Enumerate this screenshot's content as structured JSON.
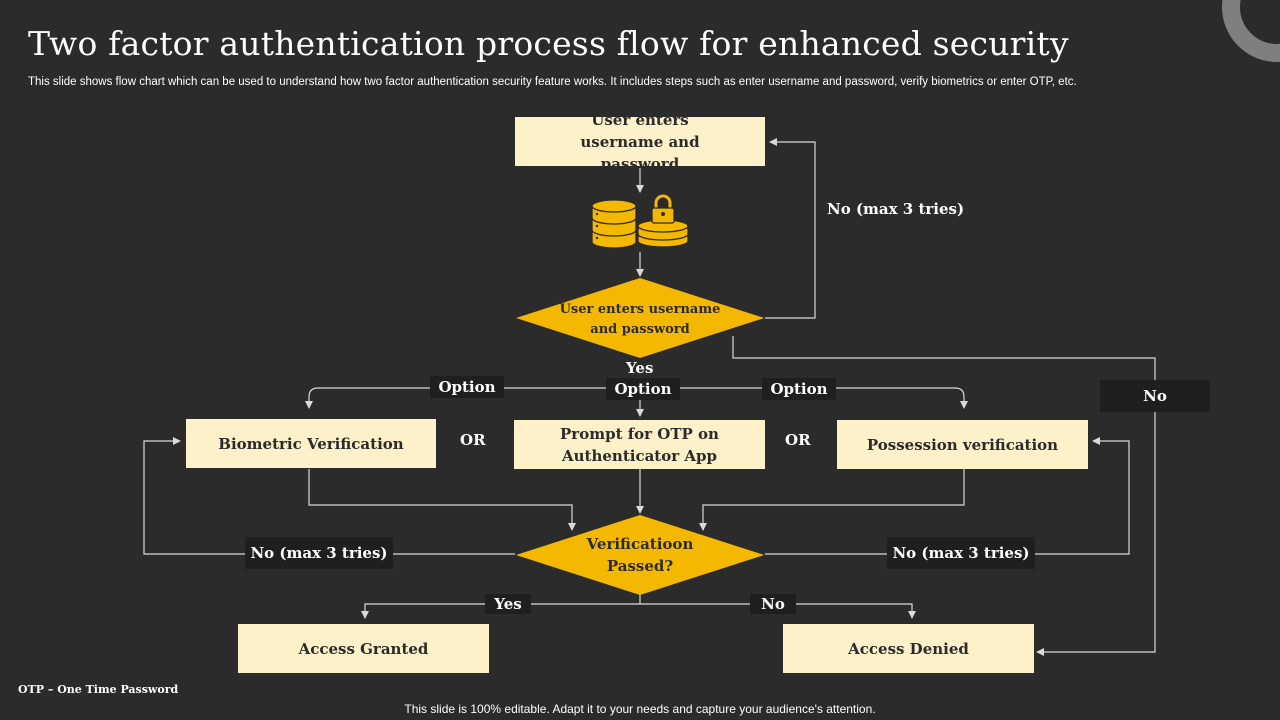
{
  "title": "Two factor authentication process flow for enhanced security",
  "subtitle": "This slide shows flow chart which can be used to understand how two factor authentication security feature works. It includes steps such as enter username and password, verify biometrics or enter OTP, etc.",
  "colors": {
    "background": "#2b2b2b",
    "box_fill": "#fdf1c9",
    "accent": "#f5b800",
    "connector": "#d9d9d9",
    "tag_fill": "#1f1f1f",
    "ring": "#7f7f7f"
  },
  "flow": {
    "start_box": "User enters username and password",
    "database_icon": "database-lock-icon",
    "decision_1": "User enters username and password",
    "retry_top": "No (max 3 tries)",
    "yes_label": "Yes",
    "option_left": "Option",
    "option_center": "Option",
    "option_right": "Option",
    "no_right": "No",
    "biometric": "Biometric Verification",
    "or_1": "OR",
    "otp": "Prompt for OTP on Authenticator App",
    "or_2": "OR",
    "possession": "Possession verification",
    "decision_2": "Verificatioon Passed?",
    "retry_left": "No (max 3 tries)",
    "retry_right": "No (max 3 tries)",
    "yes_bottom": "Yes",
    "no_bottom": "No",
    "granted": "Access Granted",
    "denied": "Access Denied"
  },
  "footnote": "OTP – One Time Password",
  "footer": "This slide is 100% editable. Adapt it to your needs and capture your audience's attention."
}
